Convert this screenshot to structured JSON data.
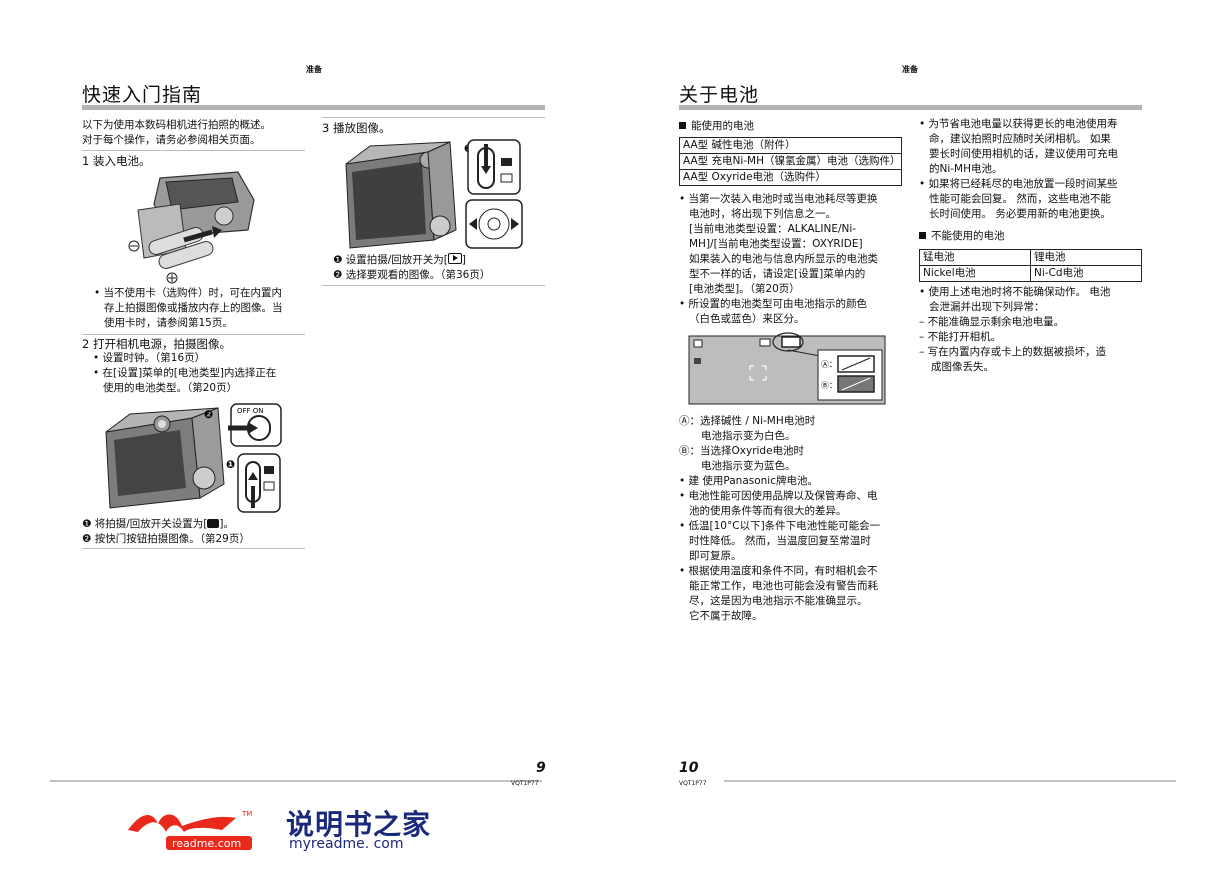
{
  "left": {
    "section": "准备",
    "title": "快速入门指南",
    "intro": [
      "以下为使用本数码相机进行拍照的概述。",
      "对于每个操作，请务必参阅相关页面。"
    ],
    "step1": "1 装入电池。",
    "step1_note": [
      "• 当不使用卡（选购件）时，可在内置内",
      "存上拍摄图像或播放内存上的图像。当",
      "使用卡时，请参阅第15页。"
    ],
    "step2": "2 打开相机电源，拍摄图像。",
    "step2_bullets": [
      "• 设置时钟。（第16页）",
      "• 在[设置]菜单的[电池类型]内选择正在",
      "使用的电池类型。（第20页）"
    ],
    "step2_notes": [
      "❶ 将拍摄/回放开关设置为[",
      "]。",
      "❷ 按快门按钮拍摄图像。（第29页）"
    ],
    "switch_label": "OFF ON",
    "step3": "3 播放图像。",
    "step3_notes": [
      "❶ 设置拍摄/回放开关为[",
      "]",
      "❷ 选择要观看的图像。（第36页）"
    ],
    "page_number": "9",
    "code": "VQT1P77"
  },
  "right": {
    "section": "准备",
    "title": "关于电池",
    "usable_heading": "能使用的电池",
    "usable": [
      "AA型  碱性电池（附件）",
      "AA型  充电Ni-MH（镍氢金属）电池（选购件）",
      "AA型  Oxyride电池（选购件）"
    ],
    "col1_bullets": [
      [
        "• 当第一次装入电池时或当电池耗尽等更换",
        "电池时，将出现下列信息之一。",
        "[当前电池类型设置：ALKALINE/Ni-",
        "MH]/[当前电池类型设置：OXYRIDE]",
        "如果装入的电池与信息内所显示的电池类",
        "型不一样的话，请设定[设置]菜单内的",
        "[电池类型]。（第20页）"
      ],
      [
        "• 所设置的电池类型可由电池指示的颜色",
        "（白色或蓝色）来区分。"
      ]
    ],
    "label_a": "Ⓐ：",
    "label_b": "Ⓑ：",
    "notes": [
      "Ⓐ：选择碱性 / Ni-MH电池时",
      "电池指示变为白色。",
      "Ⓑ：当选择Oxyride电池时",
      "电池指示变为蓝色。",
      "• 建  使用Panasonic牌电池。",
      "• 电池性能可因使用品牌以及保管寿命、电",
      "池的使用条件等而有很大的差异。",
      "• 低温[10°C以下]条件下电池性能可能会一",
      "时性降低。  然而，当温度回复至常温时",
      "即可复原。",
      "• 根据使用温度和条件不同，有时相机会不",
      "能正常工作，电池也可能会没有警告而耗",
      "尽，这是因为电池指示不能准确显示。",
      "它不属于故障。"
    ],
    "col2_bullets": [
      "• 为节省电池电量以获得更长的电池使用寿",
      "命，建议拍照时应随时关闭相机。  如果",
      "要长时间使用相机的话，建议使用可充电",
      "的Ni-MH电池。",
      "• 如果将已经耗尽的电池放置一段时间某些",
      "性能可能会回复。  然而，这些电池不能",
      "长时间使用。  务必要用新的电池更换。"
    ],
    "unusable_heading": "不能使用的电池",
    "unusable": [
      [
        "锰电池",
        "锂电池"
      ],
      [
        "Nickel电池",
        "Ni-Cd电池"
      ]
    ],
    "unusable_bullets": [
      "• 使用上述电池时将不能确保动作。  电池",
      "会泄漏并出现下列异常：",
      "– 不能准确显示剩余电池电量。",
      "– 不能打开相机。",
      "– 写在内置内存或卡上的数据被损坏，造",
      "成图像丢失。"
    ],
    "page_number": "10",
    "code": "VQT1P77"
  },
  "logo": {
    "brand": "readme.com",
    "tm": "TM",
    "title": "说明书之家",
    "url": "myreadme. com",
    "accent": "#e8291c"
  }
}
